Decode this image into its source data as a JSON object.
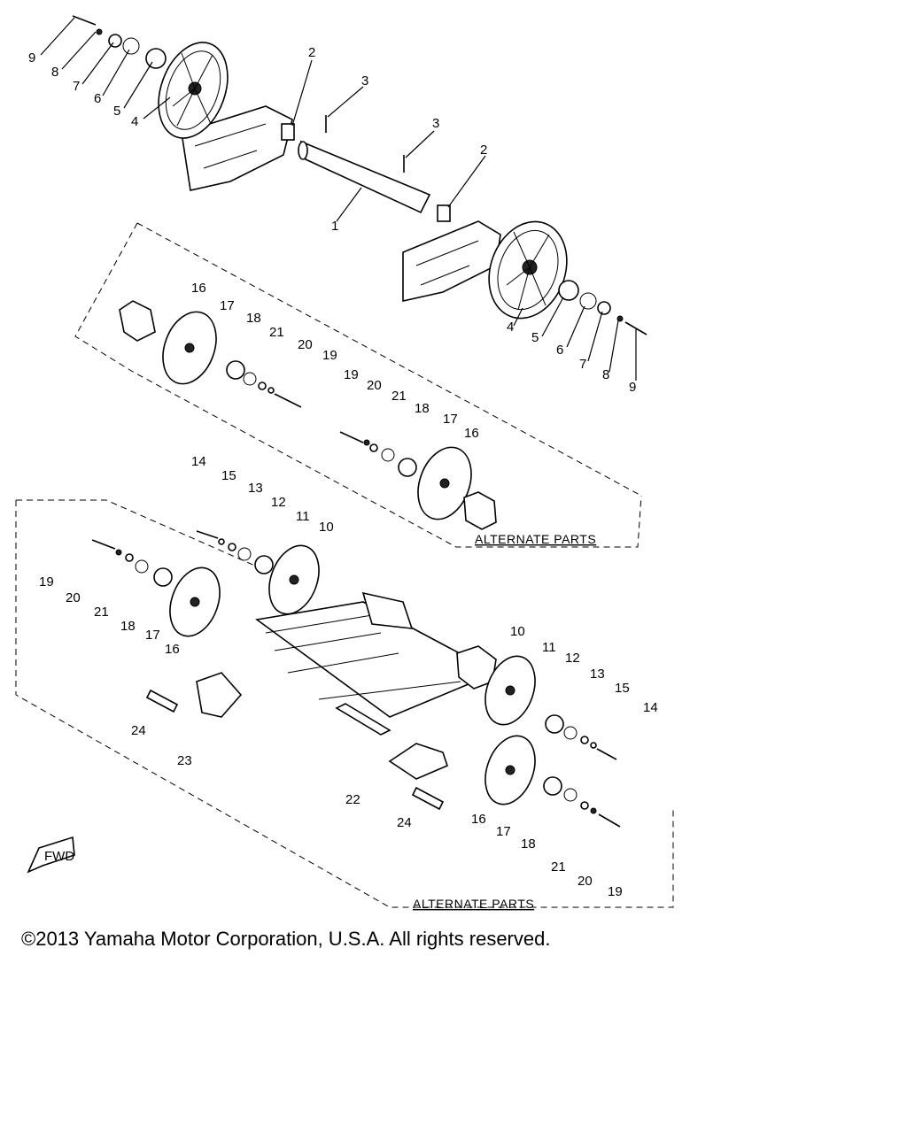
{
  "diagram": {
    "alternate_parts_label": "ALTERNATE PARTS",
    "fwd_label": "FWD",
    "part_numbers": [
      "1",
      "2",
      "3",
      "4",
      "5",
      "6",
      "7",
      "8",
      "9",
      "10",
      "11",
      "12",
      "13",
      "14",
      "15",
      "16",
      "17",
      "18",
      "19",
      "20",
      "21",
      "22",
      "23",
      "24"
    ]
  },
  "footer": {
    "copyright": "©2013 Yamaha Motor Corporation, U.S.A. All rights reserved."
  }
}
